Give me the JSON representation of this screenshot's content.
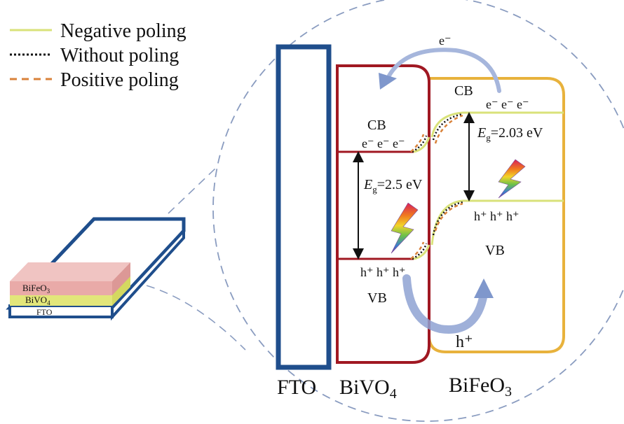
{
  "legend": {
    "items": [
      {
        "label": "Negative poling",
        "color": "#d9e27a",
        "style": "solid"
      },
      {
        "label": "Without poling",
        "color": "#111111",
        "style": "dotted"
      },
      {
        "label": "Positive poling",
        "color": "#d9823a",
        "style": "dashed"
      }
    ]
  },
  "substrate": {
    "bifeo3_label": "BiFeO",
    "bifeo3_sub": "3",
    "bivo4_label": "BiVO",
    "bivo4_sub": "4",
    "fto_label": "FTO"
  },
  "bands": {
    "fto_label": "FTO",
    "bivo4": {
      "name": "BiVO",
      "name_sub": "4",
      "cb_label": "CB",
      "electrons": "e⁻ e⁻ e⁻",
      "eg_symbol": "E",
      "eg_sub": "g",
      "eg_value": "=2.5 eV",
      "holes": "h⁺ h⁺ h⁺",
      "vb_label": "VB"
    },
    "bifeo3": {
      "name": "BiFeO",
      "name_sub": "3",
      "cb_label": "CB",
      "electrons": "e⁻ e⁻ e⁻",
      "eg_symbol": "E",
      "eg_sub": "g",
      "eg_value": "=2.03 eV",
      "holes": "h⁺ h⁺ h⁺",
      "vb_label": "VB"
    },
    "electron_transfer": "e⁻",
    "hole_transfer": "h⁺"
  },
  "colors": {
    "fto": "#1f4e8c",
    "bivo4": "#a01822",
    "bifeo3": "#e8b23c",
    "negative": "#d9e27a",
    "positive": "#d9823a",
    "circle": "#8a9cc0",
    "arrow": "#7f97cc",
    "layer_bifeo3": "#e9aaa8",
    "layer_bivo4": "#e2e67a"
  }
}
